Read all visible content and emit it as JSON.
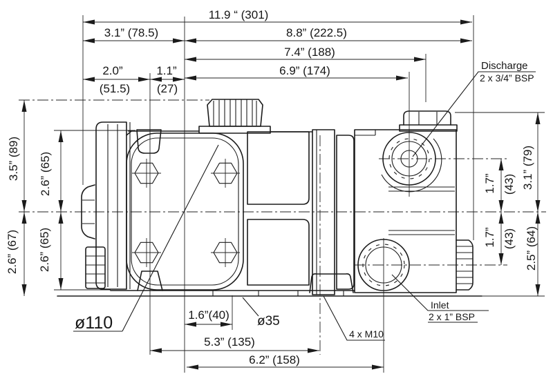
{
  "dims": {
    "top": {
      "overall": "11.9 “ (301)",
      "rear": "3.1” (78.5)",
      "front": "8.8” (222.5)",
      "to_discharge_face": "7.4” (188)",
      "to_discharge_center": "6.9” (174)",
      "rear_to_foot_in": "2.0”",
      "rear_to_foot_mm": "(51.5)",
      "foot_to_center_in": "1.1”",
      "foot_to_center_mm": "(27)"
    },
    "left": {
      "center_to_cap_top": "3.5” (89)",
      "center_to_body_top": "2.6” (65)",
      "center_to_base": "2.6” (67)",
      "center_to_body_bottom": "2.6” (65)"
    },
    "right": {
      "center_to_discharge_in": "1.7”",
      "center_to_discharge_mm": "(43)",
      "center_to_top": "3.1” (79)",
      "center_to_inlet_in": "1.7”",
      "center_to_inlet_mm": "(43)",
      "center_to_base": "2.5” (64)"
    },
    "bottom": {
      "flange_to_slot": "1.6”(40)",
      "foot_to_front_slot": "5.3” (135)",
      "flange_to_inlet": "6.2” (158)"
    }
  },
  "annotations": {
    "discharge_title": "Discharge",
    "discharge_spec": "2 x 3/4” BSP",
    "inlet_title": "Inlet",
    "inlet_spec": "2 x 1” BSP",
    "mounting_bolts": "4 x M10",
    "bolt_circle": "ø110",
    "slot_width": "ø35"
  }
}
